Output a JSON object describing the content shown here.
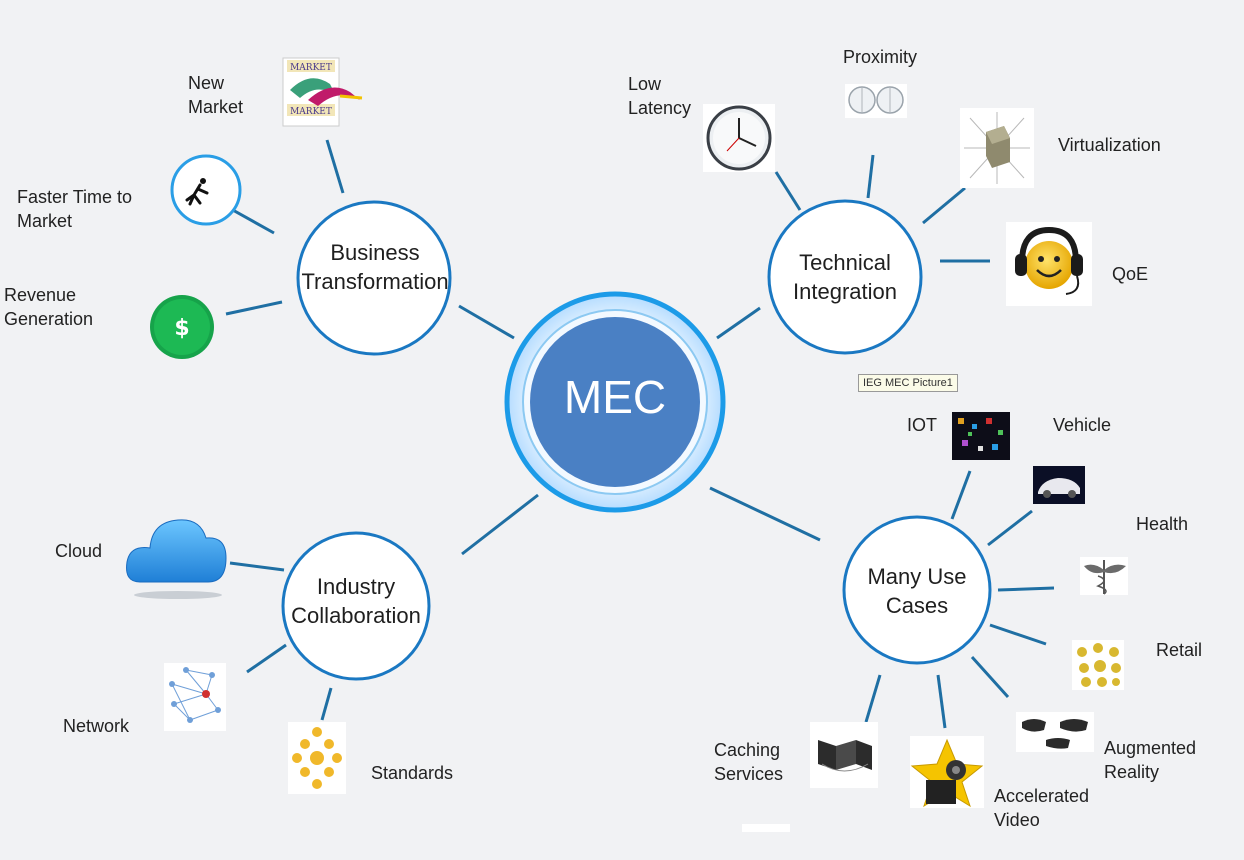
{
  "center": {
    "label": "MEC"
  },
  "hubs": {
    "business": "Business\nTransformation",
    "technical": "Technical\nIntegration",
    "industry": "Industry\nCollaboration",
    "usecases": "Many Use\nCases"
  },
  "labels": {
    "new_market": "New\nMarket",
    "faster_time": "Faster Time to\nMarket",
    "revenue": "Revenue\nGeneration",
    "low_latency": "Low\nLatency",
    "proximity": "Proximity",
    "virtualization": "Virtualization",
    "qoe": "QoE",
    "cloud": "Cloud",
    "network": "Network",
    "standards": "Standards",
    "iot": "IOT",
    "vehicle": "Vehicle",
    "health": "Health",
    "retail": "Retail",
    "augmented_reality": "Augmented\nReality",
    "accelerated_video": "Accelerated\nVideo",
    "caching_services": "Caching\nServices"
  },
  "tooltip": "IEG MEC Picture1",
  "icons": {
    "market": "market-logo-icon",
    "running": "running-man-icon",
    "dollar": "dollar-icon",
    "clock": "clock-icon",
    "proximity": "proximity-icon",
    "virtualization": "virtualization-cube-icon",
    "qoe": "smiley-headset-icon",
    "cloud": "cloud-icon",
    "network": "network-graph-icon",
    "standards": "standards-cluster-icon",
    "iot": "iot-icon",
    "vehicle": "car-icon",
    "health": "caduceus-icon",
    "retail": "retail-icon",
    "ar": "ar-glasses-icon",
    "video": "film-star-icon",
    "caching": "caching-books-icon"
  },
  "colors": {
    "accent": "#1a78c2",
    "mec_fill": "#4a80c4",
    "line": "#1f6fa3"
  }
}
